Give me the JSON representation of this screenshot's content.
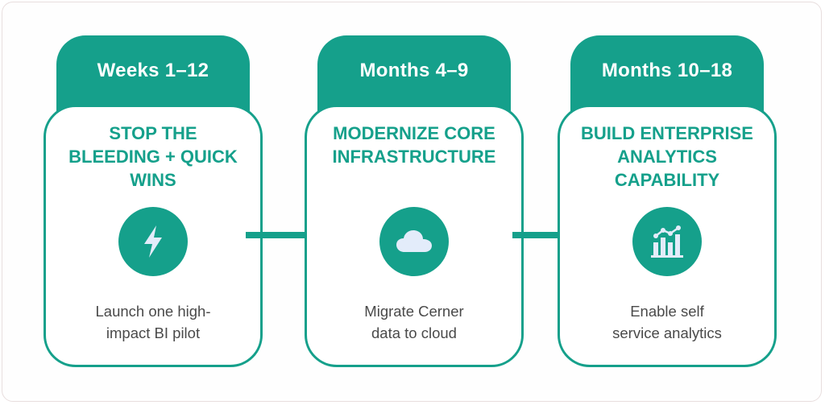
{
  "diagram": {
    "accent_color": "#15a08b",
    "icon_fill_color": "#e3ecfa",
    "phases": [
      {
        "period": "Weeks 1–12",
        "title_lines": [
          "STOP THE",
          "BLEEDING + QUICK",
          "WINS"
        ],
        "icon": "lightning-bolt-icon",
        "description_lines": [
          "Launch one high-",
          "impact BI pilot"
        ]
      },
      {
        "period": "Months 4–9",
        "title_lines": [
          "MODERNIZE CORE",
          "INFRASTRUCTURE"
        ],
        "icon": "cloud-icon",
        "description_lines": [
          "Migrate Cerner",
          "data to cloud"
        ]
      },
      {
        "period": "Months 10–18",
        "title_lines": [
          "BUILD ENTERPRISE",
          "ANALYTICS",
          "CAPABILITY"
        ],
        "icon": "bar-chart-trend-icon",
        "description_lines": [
          "Enable self",
          "service analytics"
        ]
      }
    ],
    "connectors": [
      "arrow-right-icon",
      "arrow-right-icon"
    ]
  }
}
